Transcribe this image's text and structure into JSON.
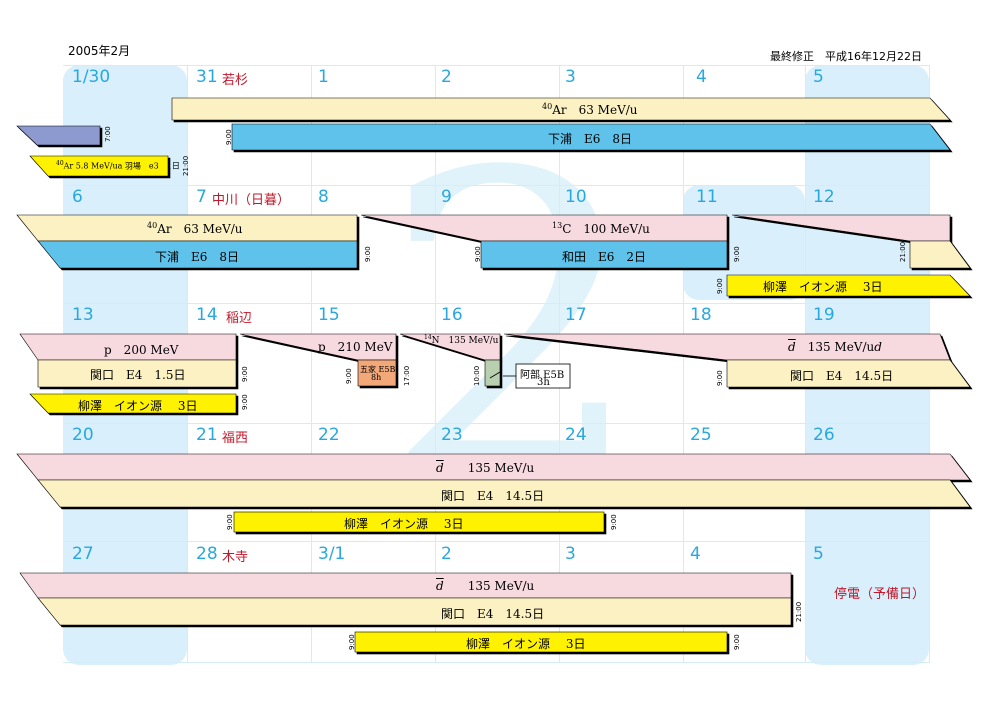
{
  "header": {
    "month": "2005年2月",
    "revision": "最終修正　平成16年12月22日"
  },
  "days": {
    "w1": [
      "1/30",
      "31",
      "1",
      "2",
      "3",
      "4",
      "5"
    ],
    "w2": [
      "6",
      "7",
      "8",
      "9",
      "10",
      "11",
      "12"
    ],
    "w3": [
      "13",
      "14",
      "15",
      "16",
      "17",
      "18",
      "19"
    ],
    "w4": [
      "20",
      "21",
      "22",
      "23",
      "24",
      "25",
      "26"
    ],
    "w5": [
      "27",
      "28",
      "3/1",
      "2",
      "3",
      "4",
      "5"
    ]
  },
  "persons": {
    "w1": "若杉",
    "w2": "中川（日暮）",
    "w3": "稲辺",
    "w4": "福西",
    "w5": "木寺"
  },
  "big_month_numeral": "2",
  "bars": {
    "w1_ar_beam": {
      "sup": "40",
      "text": "Ar　63 MeV/u"
    },
    "w1_ar_exp": "下浦　E6　8日",
    "w1_small_ar": {
      "sup": "40",
      "text": "Ar 5.8 MeV/ua 羽場　e3　1日"
    },
    "w2_ar_beam": {
      "sup": "40",
      "text": "Ar　63 MeV/u"
    },
    "w2_ar_exp": "下浦　E6　8日",
    "w2_c_beam": {
      "sup": "13",
      "text": "C　100 MeV/u"
    },
    "w2_c_exp": "和田　E6　2日",
    "w2_ion": "柳澤　イオン源　 3日",
    "w3_p200_beam": "p　200 MeV",
    "w3_p200_exp": "関口　E4　1.5日",
    "w3_ion": "柳澤　イオン源　 3日",
    "w3_p210_beam": "p　210 MeV",
    "w3_gonoie": "五家 E5B",
    "w3_gonoie_dur": "8h",
    "w3_n_beam": {
      "sup": "14",
      "text": "N　135 MeV/u"
    },
    "w3_abe": "阿部 E5B",
    "w3_abe_dur": "3h",
    "w3_d_beam": {
      "sym": "d",
      "text": "135 MeV/u",
      "suffix": "d"
    },
    "w3_d_exp": "関口　E4　14.5日",
    "w4_d_beam": {
      "sym": "d",
      "text": "135 MeV/u"
    },
    "w4_d_exp": "関口　E4　14.5日",
    "w4_ion": "柳澤　イオン源　 3日",
    "w5_d_beam": {
      "sym": "d",
      "text": "135 MeV/u"
    },
    "w5_d_exp": "関口　E4　14.5日",
    "w5_ion": "柳澤　イオン源　 3日",
    "w5_outage": "停電（予備日）"
  },
  "times": {
    "t700": "7:00",
    "t900": "9:00",
    "t1000": "10:00",
    "t1700": "17:00",
    "t2100": "21:00"
  },
  "colors": {
    "day_number": "#29a8df",
    "person": "#c0182b",
    "cream": "#fbf1c2",
    "pink": "#f7d9e0",
    "blue": "#5fc2ea",
    "yellow": "#fff200",
    "purple": "#8c9ad0",
    "orange": "#f3a87a",
    "green": "#b9d0b0",
    "weekend": "#d9effb"
  }
}
